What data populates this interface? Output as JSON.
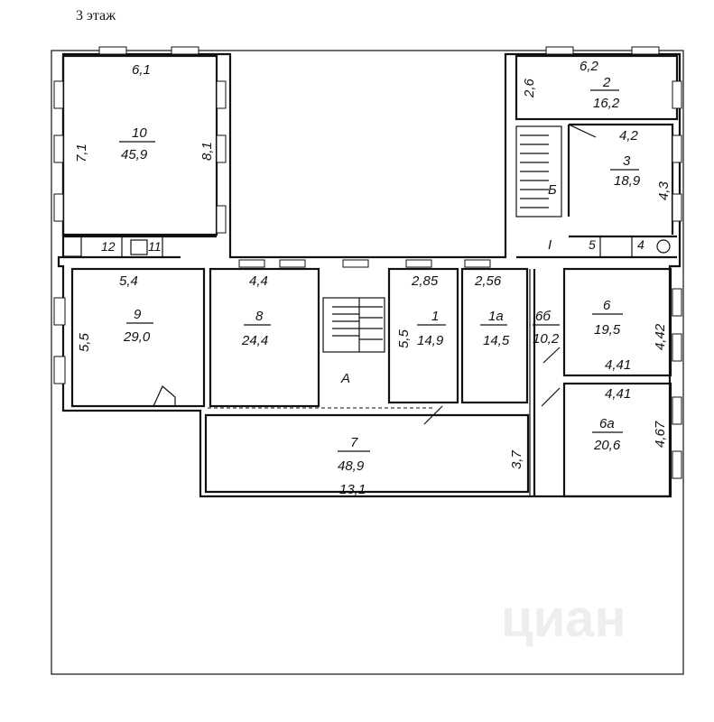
{
  "floor": {
    "label": "3 этаж"
  },
  "rooms": {
    "r10": {
      "number": "10",
      "area": "45,9",
      "top": "6,1",
      "left": "7,1",
      "right": "8,1"
    },
    "r12": {
      "number": "12"
    },
    "r11": {
      "number": "11"
    },
    "r9": {
      "number": "9",
      "area": "29,0",
      "top": "5,4",
      "left": "5,5"
    },
    "r8": {
      "number": "8",
      "area": "24,4",
      "top": "4,4"
    },
    "stairA": {
      "letter": "А"
    },
    "r1": {
      "number": "1",
      "area": "14,9",
      "top": "2,85",
      "left": "5,5"
    },
    "r1a": {
      "number": "1а",
      "area": "14,5",
      "top": "2,56"
    },
    "r6b": {
      "number": "6б",
      "area": "10,2"
    },
    "r6": {
      "number": "6",
      "area": "19,5",
      "right": "4,42",
      "bottom": "4,41"
    },
    "r6a": {
      "number": "6а",
      "area": "20,6",
      "top": "4,41",
      "right": "4,67"
    },
    "r7": {
      "number": "7",
      "area": "48,9",
      "bottom": "13,1",
      "side": "3,7"
    },
    "r2": {
      "number": "2",
      "area": "16,2",
      "top": "6,2",
      "left": "2,6"
    },
    "r3": {
      "number": "3",
      "area": "18,9",
      "top": "4,2",
      "right": "4,3"
    },
    "stairB": {
      "letter": "Б"
    },
    "corridorI": {
      "letter": "I"
    },
    "r5": {
      "number": "5"
    },
    "r4": {
      "number": "4"
    }
  },
  "watermark": {
    "text": "циан"
  }
}
